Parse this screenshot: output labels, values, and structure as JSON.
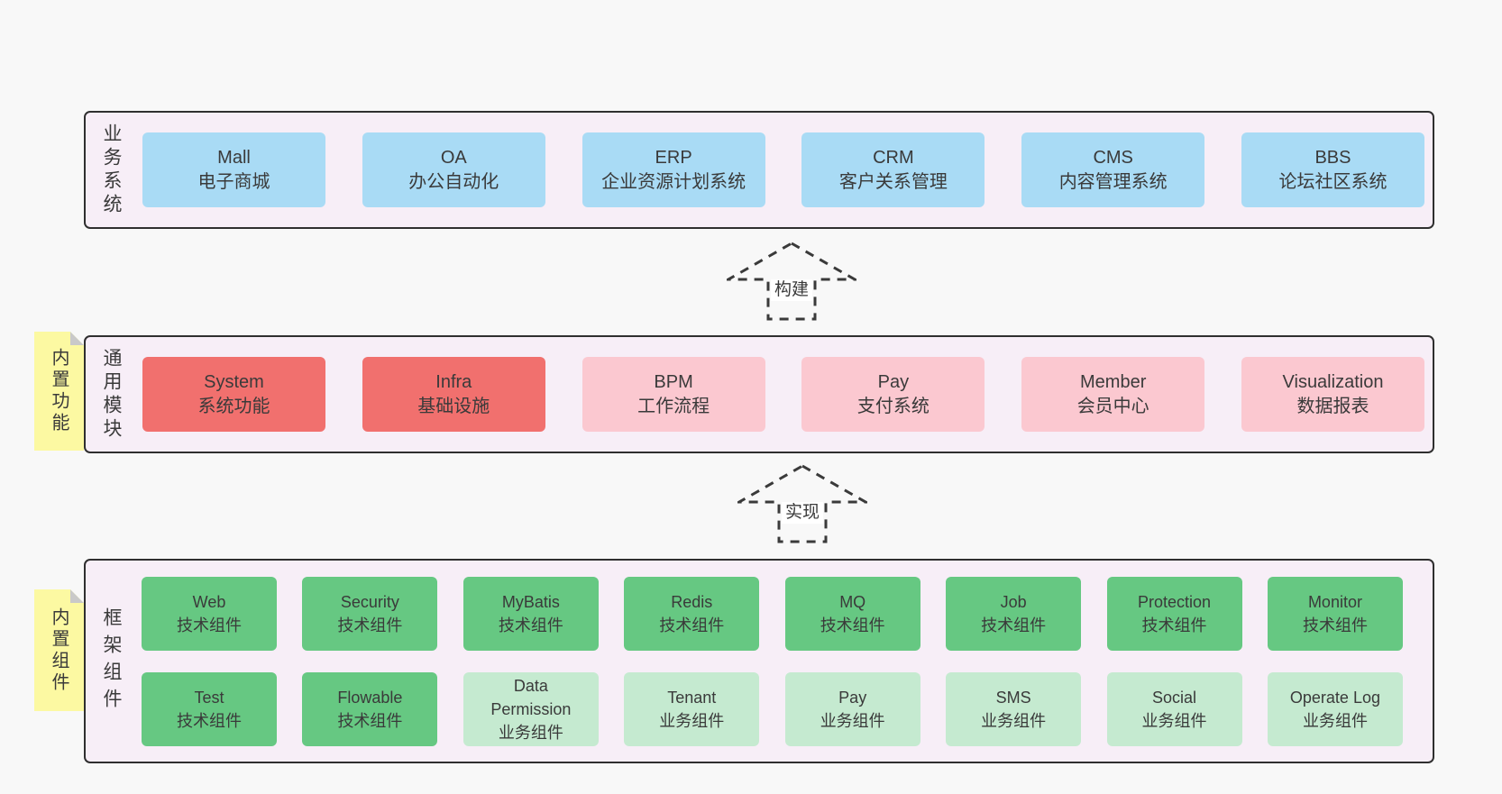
{
  "palette": {
    "page_bg": "#f8f8f8",
    "section_bg": "#f7eef7",
    "section_border": "#2f2f2f",
    "box_blue": "#a9dbf5",
    "box_red": "#f1706e",
    "box_pink": "#fbc8d0",
    "box_green_dark": "#66c882",
    "box_green_light": "#c5ead0",
    "note_yellow": "#fcf9a2",
    "note_fold_gray": "#c9c9c9",
    "text": "#3a3a3a"
  },
  "arrows": {
    "build": {
      "label": "构建"
    },
    "implement": {
      "label": "实现"
    }
  },
  "sections": {
    "business": {
      "label": "业务系统",
      "boxes": [
        {
          "title": "Mall",
          "sub": "电子商城"
        },
        {
          "title": "OA",
          "sub": "办公自动化"
        },
        {
          "title": "ERP",
          "sub": "企业资源计划系统"
        },
        {
          "title": "CRM",
          "sub": "客户关系管理"
        },
        {
          "title": "CMS",
          "sub": "内容管理系统"
        },
        {
          "title": "BBS",
          "sub": "论坛社区系统"
        }
      ]
    },
    "modules": {
      "label": "通用模块",
      "note": "内置功能",
      "boxes": [
        {
          "title": "System",
          "sub": "系统功能"
        },
        {
          "title": "Infra",
          "sub": "基础设施"
        },
        {
          "title": "BPM",
          "sub": "工作流程"
        },
        {
          "title": "Pay",
          "sub": "支付系统"
        },
        {
          "title": "Member",
          "sub": "会员中心"
        },
        {
          "title": "Visualization",
          "sub": "数据报表"
        }
      ]
    },
    "components": {
      "label": "框架组件",
      "note": "内置组件",
      "row1": [
        {
          "title": "Web",
          "sub": "技术组件"
        },
        {
          "title": "Security",
          "sub": "技术组件"
        },
        {
          "title": "MyBatis",
          "sub": "技术组件"
        },
        {
          "title": "Redis",
          "sub": "技术组件"
        },
        {
          "title": "MQ",
          "sub": "技术组件"
        },
        {
          "title": "Job",
          "sub": "技术组件"
        },
        {
          "title": "Protection",
          "sub": "技术组件"
        },
        {
          "title": "Monitor",
          "sub": "技术组件"
        }
      ],
      "row2": [
        {
          "title": "Test",
          "sub": "技术组件"
        },
        {
          "title": "Flowable",
          "sub": "技术组件"
        },
        {
          "title": "Data Permission",
          "sub": "业务组件"
        },
        {
          "title": "Tenant",
          "sub": "业务组件"
        },
        {
          "title": "Pay",
          "sub": "业务组件"
        },
        {
          "title": "SMS",
          "sub": "业务组件"
        },
        {
          "title": "Social",
          "sub": "业务组件"
        },
        {
          "title": "Operate Log",
          "sub": "业务组件"
        }
      ]
    }
  }
}
